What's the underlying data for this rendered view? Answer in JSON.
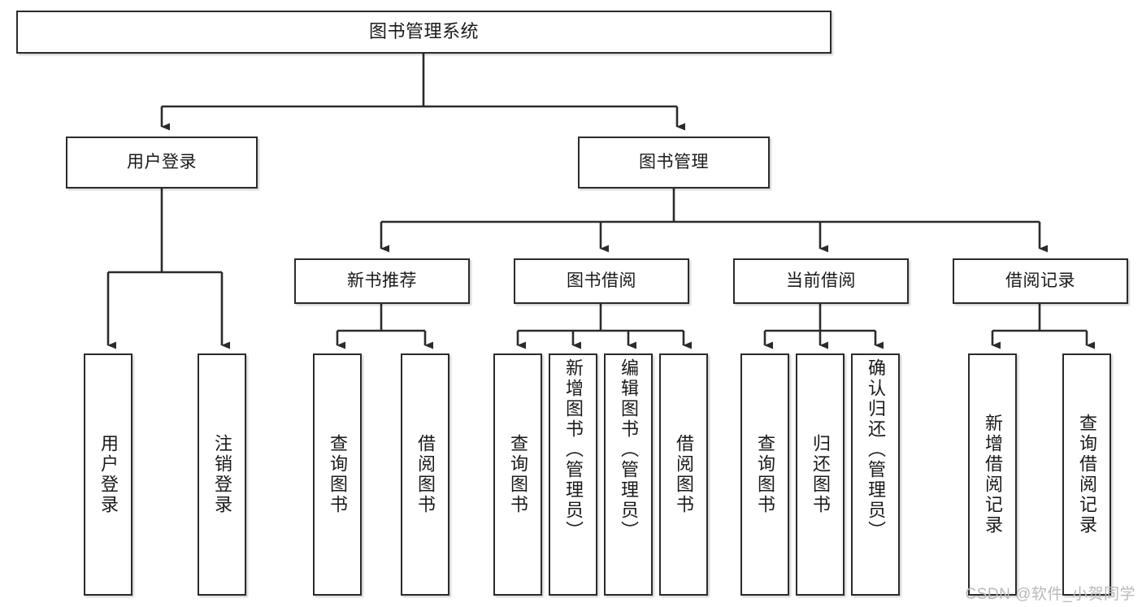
{
  "diagram": {
    "type": "hierarchy-tree",
    "title": "图书管理系统",
    "orientation": "top-down",
    "colors": {
      "box_border": "#2b2b2b",
      "box_fill": "#ffffff",
      "connector": "#2b2b2b",
      "text": "#1a1a1a",
      "watermark": "#b9b9b9",
      "canvas": "#ffffff"
    },
    "nodes": {
      "root": {
        "label": "图书管理系统"
      },
      "level2": [
        {
          "id": "user-login",
          "label": "用户登录"
        },
        {
          "id": "book-manage",
          "label": "图书管理"
        }
      ],
      "level3": [
        {
          "id": "new-book-recommend",
          "label": "新书推荐"
        },
        {
          "id": "book-borrow",
          "label": "图书借阅"
        },
        {
          "id": "current-borrow",
          "label": "当前借阅"
        },
        {
          "id": "borrow-record",
          "label": "借阅记录"
        }
      ],
      "leaves": {
        "user_login": [
          {
            "id": "leaf-user-login",
            "label": "用户登录"
          },
          {
            "id": "leaf-logout-login",
            "label": "注销登录"
          }
        ],
        "new_book_recommend": [
          {
            "id": "leaf-query-book-1",
            "label": "查询图书"
          },
          {
            "id": "leaf-borrow-book-1",
            "label": "借阅图书"
          }
        ],
        "book_borrow": [
          {
            "id": "leaf-query-book-2",
            "label": "查询图书"
          },
          {
            "id": "leaf-add-book",
            "label": "新增图书（管理员）"
          },
          {
            "id": "leaf-edit-book",
            "label": "编辑图书（管理员）"
          },
          {
            "id": "leaf-borrow-book-2",
            "label": "借阅图书"
          }
        ],
        "current_borrow": [
          {
            "id": "leaf-query-book-3",
            "label": "查询图书"
          },
          {
            "id": "leaf-return-book",
            "label": "归还图书"
          },
          {
            "id": "leaf-confirm-return",
            "label": "确认归还（管理员）"
          }
        ],
        "borrow_record": [
          {
            "id": "leaf-add-borrow-record",
            "label": "新增借阅记录"
          },
          {
            "id": "leaf-query-borrow-record",
            "label": "查询借阅记录"
          }
        ]
      }
    },
    "watermark": "CSDN @软件_小贺同学"
  }
}
